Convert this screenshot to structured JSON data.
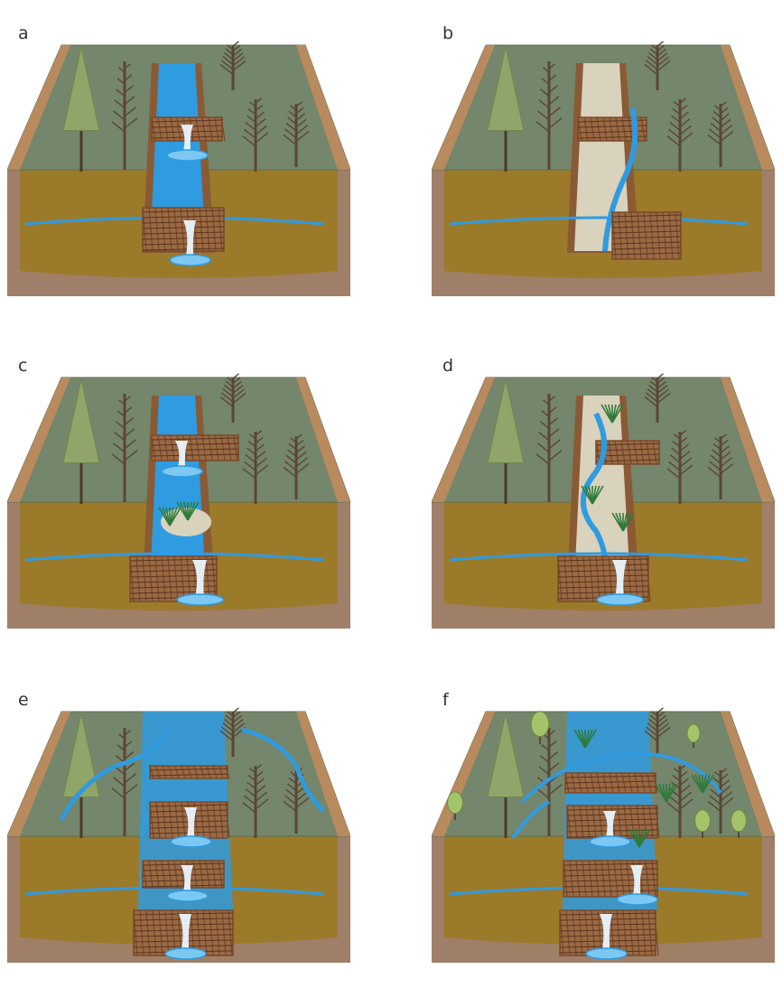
{
  "figure": {
    "panels": [
      {
        "label": "a",
        "stage": "a"
      },
      {
        "label": "b",
        "stage": "b"
      },
      {
        "label": "c",
        "stage": "c"
      },
      {
        "label": "d",
        "stage": "d"
      },
      {
        "label": "e",
        "stage": "e"
      },
      {
        "label": "f",
        "stage": "f"
      }
    ]
  },
  "colors": {
    "sky": "#ffffff",
    "ground_top": "#74866b",
    "soil": "#9b7a2a",
    "soil_dark": "#7d5f1c",
    "bedrock": "#a07f68",
    "water": "#2f9be0",
    "water_light": "#7cc8f2",
    "sediment": "#d9d2bd",
    "wood": "#7a4a2a",
    "tree_green": "#8fa56a",
    "tree_bare": "#5b4536",
    "reed": "#2f7a3a"
  }
}
